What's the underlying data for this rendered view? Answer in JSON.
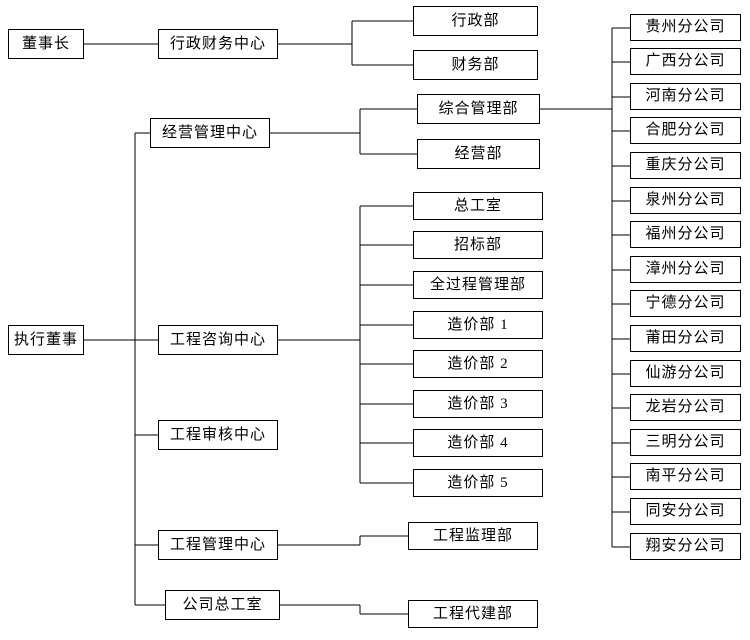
{
  "nodes": {
    "chairman": "董事长",
    "executive_director": "执行董事",
    "admin_finance_center": "行政财务中心",
    "operations_center": "经营管理中心",
    "consulting_center": "工程咨询中心",
    "audit_center": "工程审核中心",
    "management_center": "工程管理中心",
    "company_chief_engineer_office": "公司总工室",
    "admin_dept": "行政部",
    "finance_dept": "财务部",
    "general_management_dept": "综合管理部",
    "operations_dept": "经营部",
    "chief_engineer_office": "总工室",
    "bidding_dept": "招标部",
    "whole_process_management_dept": "全过程管理部",
    "cost_dept_1": "造价部 1",
    "cost_dept_2": "造价部 2",
    "cost_dept_3": "造价部 3",
    "cost_dept_4": "造价部 4",
    "cost_dept_5": "造价部 5",
    "supervision_dept": "工程监理部",
    "agent_construction_dept": "工程代建部"
  },
  "branches": [
    "贵州分公司",
    "广西分公司",
    "河南分公司",
    "合肥分公司",
    "重庆分公司",
    "泉州分公司",
    "福州分公司",
    "漳州分公司",
    "宁德分公司",
    "莆田分公司",
    "仙游分公司",
    "龙岩分公司",
    "三明分公司",
    "南平分公司",
    "同安分公司",
    "翔安分公司"
  ],
  "colors": {
    "line": "#000000",
    "box_border": "#000000",
    "background": "#ffffff"
  }
}
